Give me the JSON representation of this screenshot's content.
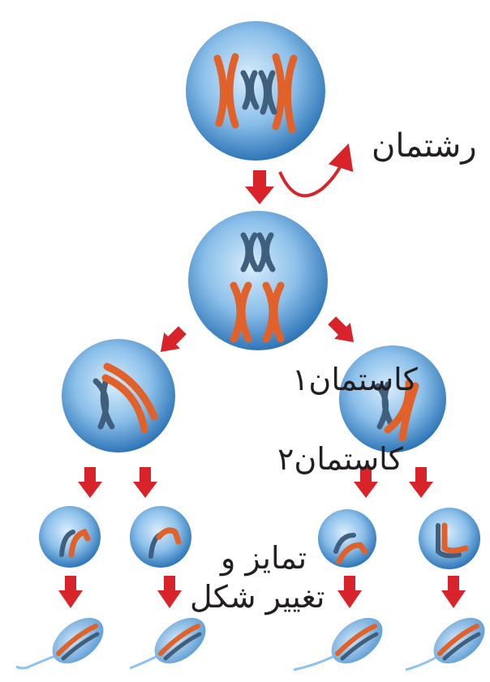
{
  "labels": {
    "mitosis": "رشتمان",
    "meiosis1": "کاستمان۱",
    "meiosis2": "کاستمان۲",
    "differentiation_line1": "تمایز و",
    "differentiation_line2": "تغییر شکل"
  },
  "colors": {
    "cell_light": "#cfe7f9",
    "cell_mid": "#6aa9dd",
    "cell_dark": "#2f76b8",
    "chromosome_orange": "#e0622a",
    "chromosome_blue": "#3f5f7c",
    "arrow_red": "#d8232a",
    "tail_blue": "#8fc2ee"
  }
}
